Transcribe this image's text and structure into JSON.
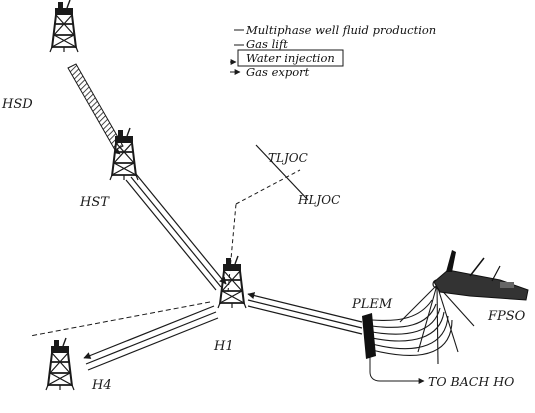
{
  "legend": {
    "items": [
      {
        "label": "Multiphase well fluid production",
        "style": "solid"
      },
      {
        "label": "Gas lift",
        "style": "solid"
      },
      {
        "label": "Water injection",
        "style": "solid-arrow",
        "boxed": true
      },
      {
        "label": "Gas export",
        "style": "solid-arrow"
      }
    ]
  },
  "platforms": {
    "hsd": "HSD",
    "hst": "HST",
    "h1": "H1",
    "h4": "H4"
  },
  "labels": {
    "tljoc": "TLJOC",
    "hljoc": "HLJOC",
    "plem": "PLEM",
    "fpso": "FPSO",
    "bach_ho": "TO BACH HO"
  },
  "colors": {
    "ink": "#1a1a1a",
    "plem": "#111111",
    "fpso_hull": "#333333"
  }
}
